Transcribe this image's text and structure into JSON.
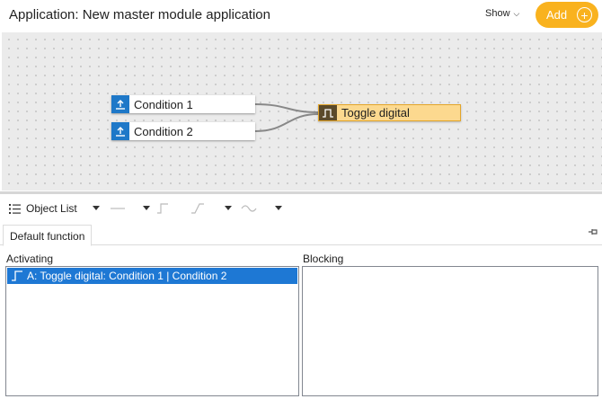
{
  "header": {
    "title": "Application: New master module application",
    "show_label": "Show",
    "add_label": "Add"
  },
  "canvas": {
    "nodes": [
      {
        "label": "Condition 1"
      },
      {
        "label": "Condition 2"
      },
      {
        "label": "Toggle digital"
      }
    ]
  },
  "toolbar": {
    "object_list_label": "Object List"
  },
  "tabs": [
    {
      "label": "Default function"
    }
  ],
  "panels": {
    "activating": {
      "label": "Activating",
      "items": [
        "A: Toggle digital: Condition 1 | Condition 2"
      ]
    },
    "blocking": {
      "label": "Blocking",
      "items": []
    }
  },
  "colors": {
    "accent": "#f9b21e",
    "node_icon": "#1e78c8",
    "selected_node": "#fcd98f",
    "selection": "#1e78d4"
  }
}
